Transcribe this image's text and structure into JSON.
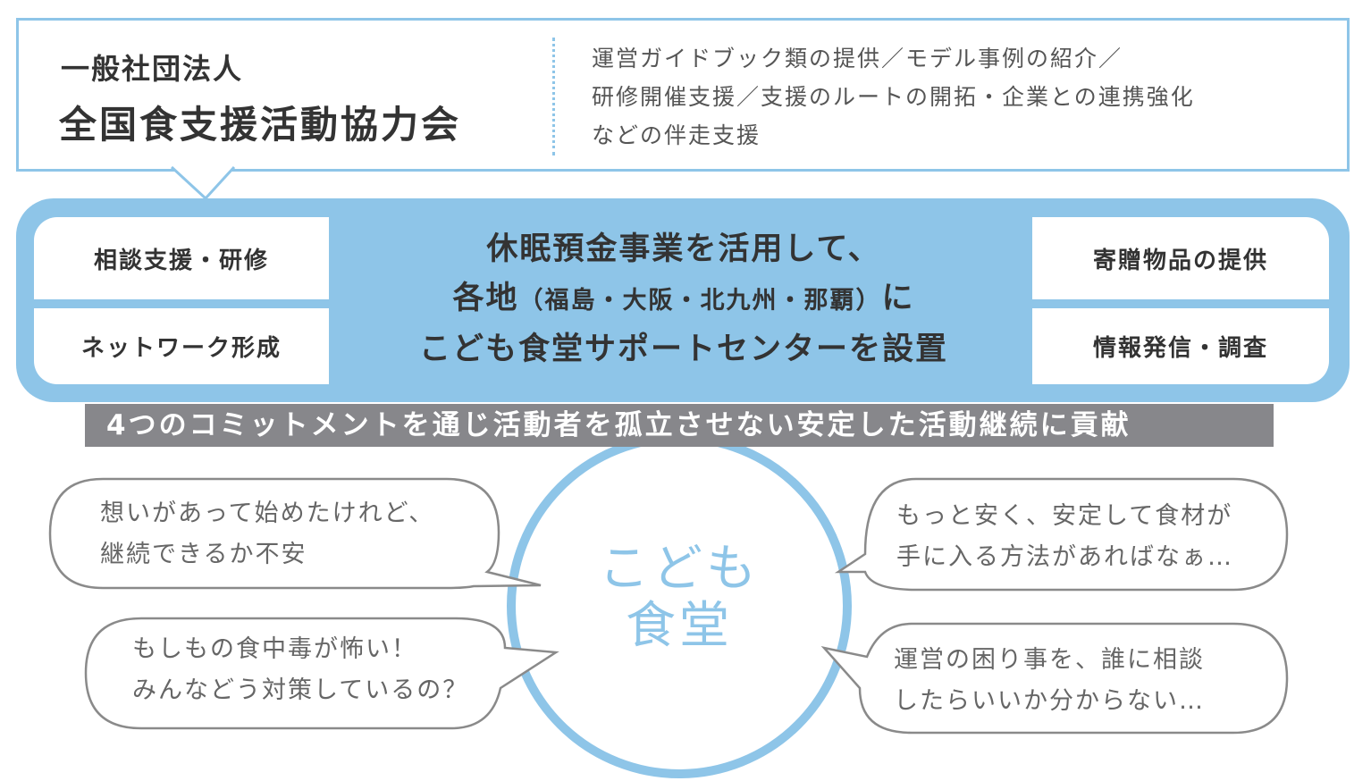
{
  "organization": {
    "type_line": "一般社団法人",
    "name_line": "全国食支援活動協力会"
  },
  "support_text": [
    "運営ガイドブック類の提供／モデル事例の紹介／",
    "研修開催支援／支援のルートの開拓・企業との連携強化",
    "などの伴走支援"
  ],
  "commitments": {
    "left": [
      "相談支援・研修",
      "ネットワーク形成"
    ],
    "right": [
      "寄贈物品の提供",
      "情報発信・調査"
    ]
  },
  "center_message": {
    "line1": "休眠預金事業を活用して、",
    "line2_pre": "各地",
    "line2_places": "（福島・大阪・北九州・那覇）",
    "line2_post": "に",
    "line3": "こども食堂サポートセンターを設置"
  },
  "banner": "4つのコミットメントを通じ活動者を孤立させない安定した活動継続に貢献",
  "hub": {
    "line1": "こども",
    "line2": "食堂"
  },
  "voices": [
    [
      "想いがあって始めたけれど、",
      "継続できるか不安"
    ],
    [
      "もしもの食中毒が怖い！",
      "みんなどう対策しているの？"
    ],
    [
      "もっと安く、安定して食材が",
      "手に入る方法があればなぁ…"
    ],
    [
      "運営の困り事を、誰に相談",
      "したらいいか分からない…"
    ]
  ],
  "colors": {
    "accent": "#8ec5e8",
    "banner": "#87878b",
    "text": "#333333"
  }
}
